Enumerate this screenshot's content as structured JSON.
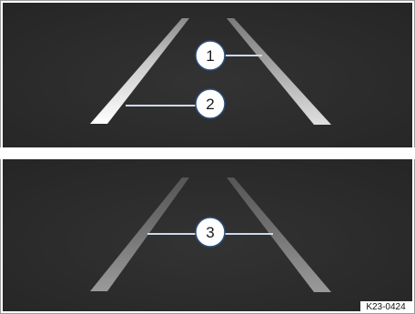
{
  "figure": {
    "panel_background": "#2b2b2b",
    "frame_color": "#9a9a9a",
    "panels": [
      {
        "name": "top",
        "state": "lines-active",
        "line_colors": [
          "#ffffff",
          "#c8c8c8",
          "#8a8a8a"
        ],
        "callouts": [
          {
            "label": "1",
            "target": "right-lane-line"
          },
          {
            "label": "2",
            "target": "left-lane-line"
          }
        ]
      },
      {
        "name": "bottom",
        "state": "lines-inactive",
        "line_colors": [
          "#9a9a9a",
          "#6e6e6e",
          "#555555"
        ],
        "callouts": [
          {
            "label": "3",
            "target": "both-lane-lines"
          }
        ]
      }
    ],
    "code": "K23-0424"
  }
}
